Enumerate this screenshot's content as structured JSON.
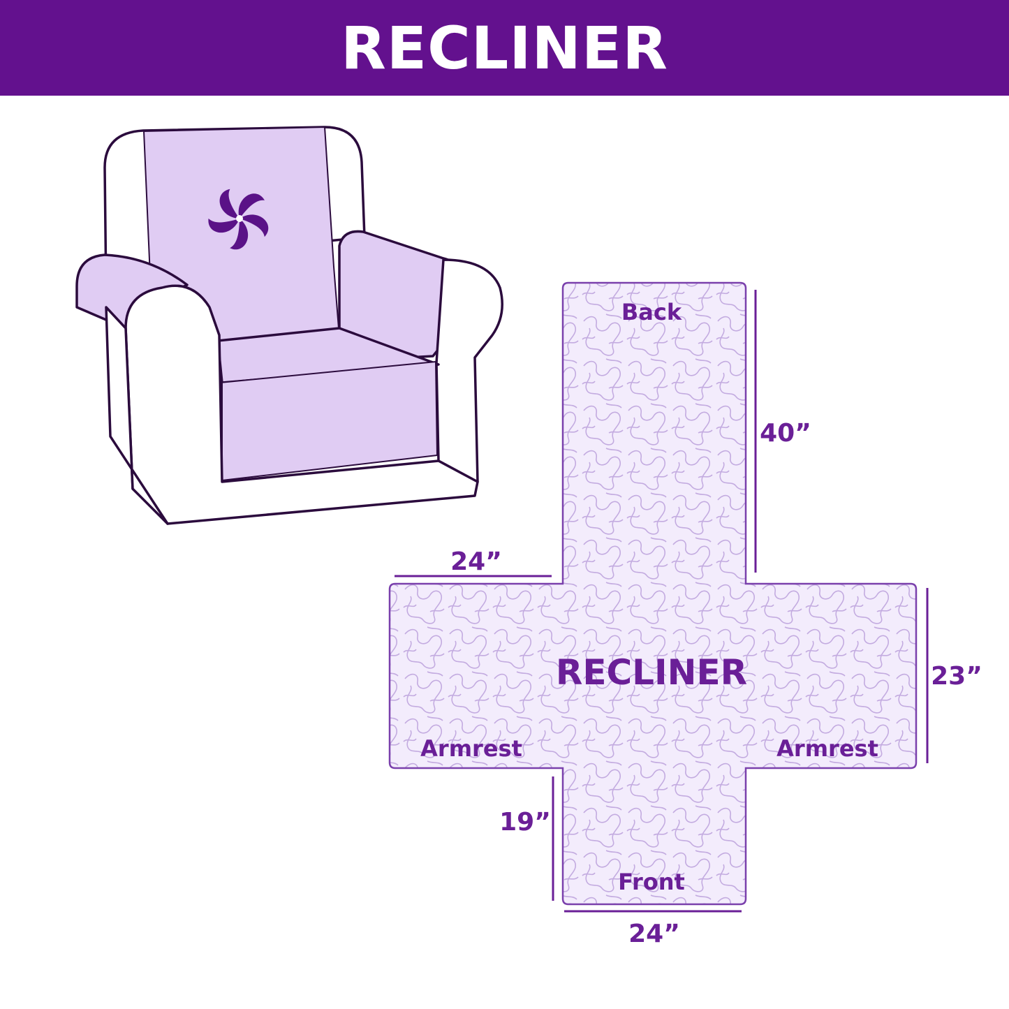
{
  "header": {
    "title": "RECLINER"
  },
  "pad": {
    "center_label": "RECLINER",
    "back_label": "Back",
    "front_label": "Front",
    "left_armrest_label": "Armrest",
    "right_armrest_label": "Armrest"
  },
  "dimensions": {
    "back_length": "40”",
    "armrest_length": "24”",
    "armrest_width": "23”",
    "front_length": "19”",
    "seat_width": "24”"
  },
  "colors": {
    "banner": "#63118e",
    "label": "#6a1f97",
    "pad_fill": "#f3ecfc",
    "pad_outline": "#7a40ac",
    "chair_fill": "#e0ccf3",
    "chair_outline": "#2b0b3d"
  },
  "icons": {
    "chair_logo": "pinwheel-logo-icon"
  }
}
